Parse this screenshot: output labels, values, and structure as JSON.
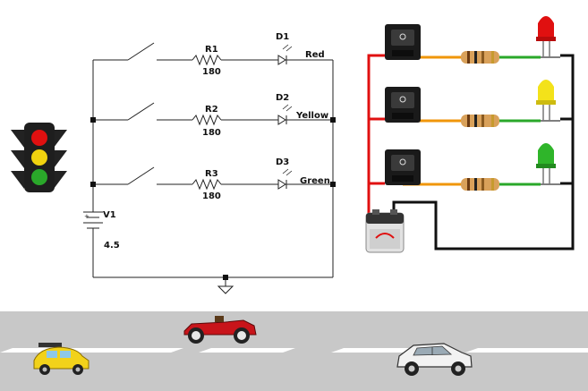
{
  "circuit": {
    "resistors": [
      {
        "ref": "R1",
        "value": "180"
      },
      {
        "ref": "R2",
        "value": "180"
      },
      {
        "ref": "R3",
        "value": "180"
      }
    ],
    "diodes": [
      {
        "ref": "D1",
        "color_label": "Red",
        "color": "#e01010"
      },
      {
        "ref": "D2",
        "color_label": "Yellow",
        "color": "#f3e21a"
      },
      {
        "ref": "D3",
        "color_label": "Green",
        "color": "#2fb52a"
      }
    ],
    "source": {
      "ref": "V1",
      "value": "4.5"
    }
  },
  "traffic_light": {
    "lamps": [
      "#e01010",
      "#f0d20f",
      "#2aa82a"
    ]
  },
  "wiring_colors": {
    "positive": "#e01010",
    "negative": "#111111",
    "resistor_lead": "#f0960a",
    "led_lead": "#2aa82a"
  },
  "road": {
    "color": "#c8c8c8",
    "lane_mark": "#ffffff"
  },
  "cars": [
    {
      "name": "yellow-beetle",
      "color": "#f2d21a"
    },
    {
      "name": "red-vintage-racer",
      "color": "#c8141a"
    },
    {
      "name": "white-hatchback",
      "color": "#f2f2f2"
    }
  ]
}
